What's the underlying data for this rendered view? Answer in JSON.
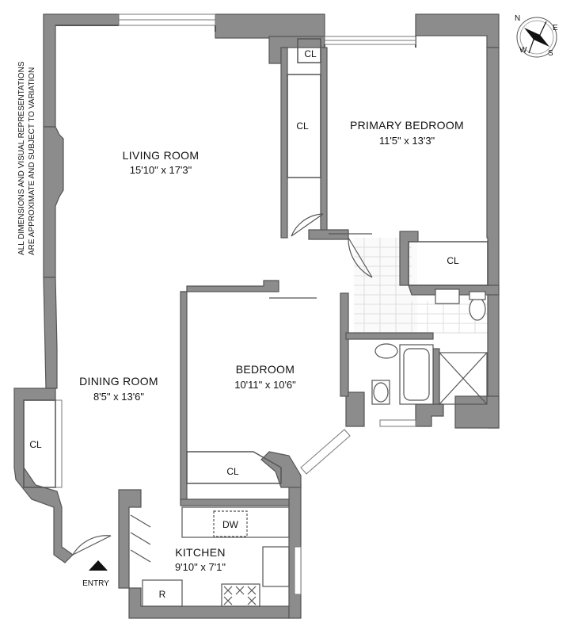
{
  "disclaimer": {
    "line1": "ALL DIMENSIONS AND VISUAL REPRESENTATIONS",
    "line2": "ARE APPROXIMATE AND SUBJECT TO VARIATION"
  },
  "compass": {
    "n": "N",
    "e": "E",
    "s": "S",
    "w": "W"
  },
  "rooms": {
    "living": {
      "name": "LIVING ROOM",
      "dims": "15'10\" x 17'3\""
    },
    "primary": {
      "name": "PRIMARY BEDROOM",
      "dims": "11'5\" x 13'3\""
    },
    "bedroom": {
      "name": "BEDROOM",
      "dims": "10'11\" x 10'6\""
    },
    "dining": {
      "name": "DINING ROOM",
      "dims": "8'5\" x 13'6\""
    },
    "kitchen": {
      "name": "KITCHEN",
      "dims": "9'10\" x 7'1\""
    }
  },
  "closet_label": "CL",
  "appliances": {
    "dishwasher": "DW",
    "refrigerator": "R"
  },
  "entry": "ENTRY",
  "colors": {
    "wall": "#8c8c8c",
    "wall_stroke": "#555555",
    "tile": "#dddddd"
  }
}
